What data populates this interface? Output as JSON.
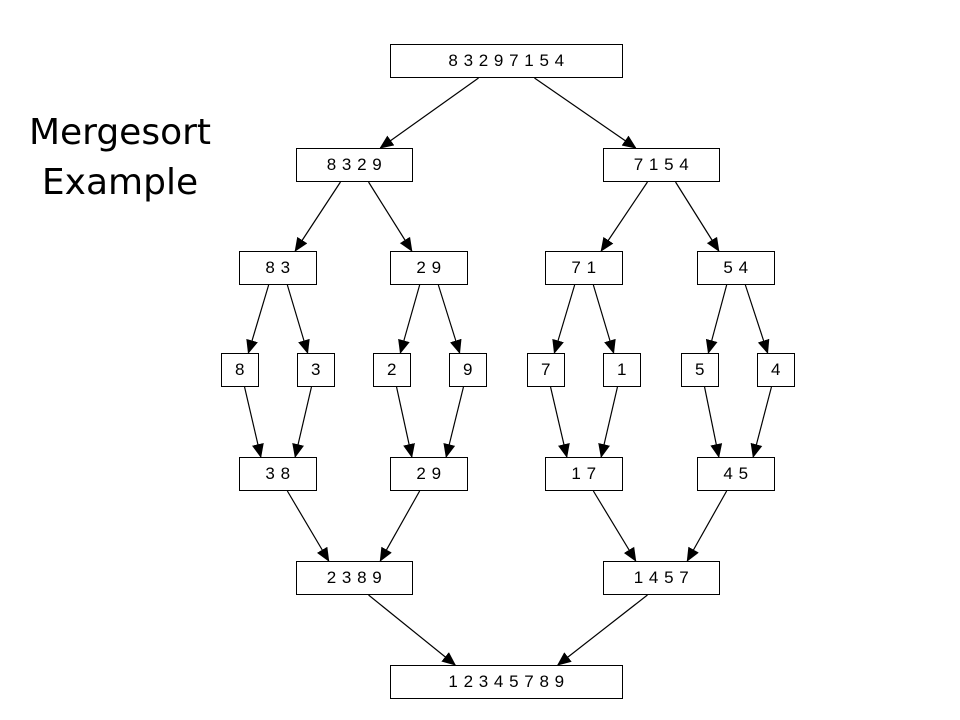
{
  "title": {
    "line1": "Mergesort",
    "line2": "Example"
  },
  "colors": {
    "stroke": "#000000",
    "background": "#ffffff"
  },
  "nodes": {
    "root": "8 3 2 9 7 1 5 4",
    "split_l": "8 3 2 9",
    "split_r": "7 1 5 4",
    "split_ll": "8 3",
    "split_lr": "2 9",
    "split_rl": "7 1",
    "split_rr": "5 4",
    "leaf_1": "8",
    "leaf_2": "3",
    "leaf_3": "2",
    "leaf_4": "9",
    "leaf_5": "7",
    "leaf_6": "1",
    "leaf_7": "5",
    "leaf_8": "4",
    "merge_ll": "3 8",
    "merge_lr": "2 9",
    "merge_rl": "1 7",
    "merge_rr": "4 5",
    "merge_l": "2 3 8 9",
    "merge_r": "1 4 5 7",
    "result": "1 2 3 4 5 7 8 9"
  },
  "edges": [
    [
      "root",
      "split_l"
    ],
    [
      "root",
      "split_r"
    ],
    [
      "split_l",
      "split_ll"
    ],
    [
      "split_l",
      "split_lr"
    ],
    [
      "split_r",
      "split_rl"
    ],
    [
      "split_r",
      "split_rr"
    ],
    [
      "split_ll",
      "leaf_1"
    ],
    [
      "split_ll",
      "leaf_2"
    ],
    [
      "split_lr",
      "leaf_3"
    ],
    [
      "split_lr",
      "leaf_4"
    ],
    [
      "split_rl",
      "leaf_5"
    ],
    [
      "split_rl",
      "leaf_6"
    ],
    [
      "split_rr",
      "leaf_7"
    ],
    [
      "split_rr",
      "leaf_8"
    ],
    [
      "leaf_1",
      "merge_ll"
    ],
    [
      "leaf_2",
      "merge_ll"
    ],
    [
      "leaf_3",
      "merge_lr"
    ],
    [
      "leaf_4",
      "merge_lr"
    ],
    [
      "leaf_5",
      "merge_rl"
    ],
    [
      "leaf_6",
      "merge_rl"
    ],
    [
      "leaf_7",
      "merge_rr"
    ],
    [
      "leaf_8",
      "merge_rr"
    ],
    [
      "merge_ll",
      "merge_l"
    ],
    [
      "merge_lr",
      "merge_l"
    ],
    [
      "merge_rl",
      "merge_r"
    ],
    [
      "merge_rr",
      "merge_r"
    ],
    [
      "merge_l",
      "result"
    ],
    [
      "merge_r",
      "result"
    ]
  ]
}
